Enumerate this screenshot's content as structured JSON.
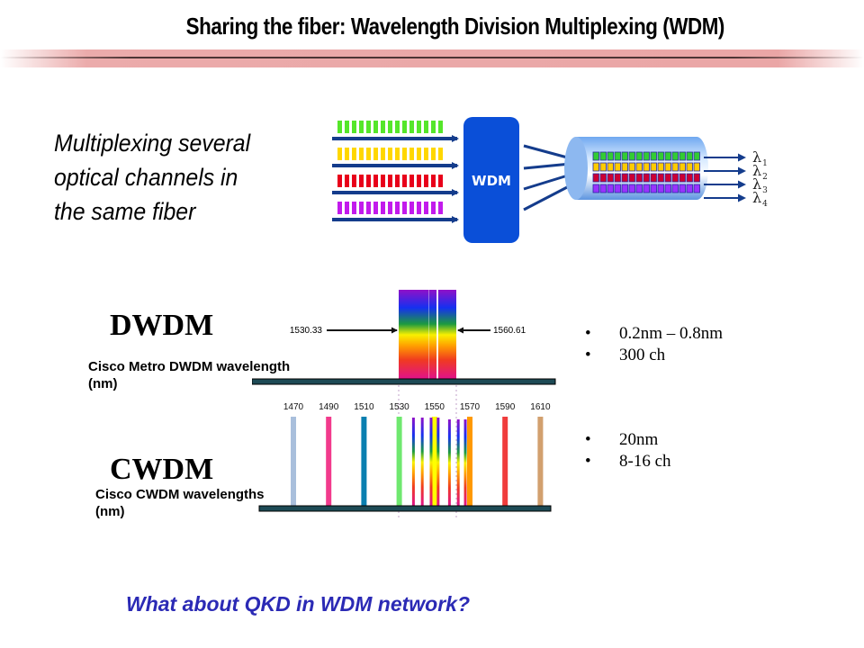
{
  "slide": {
    "title": "Sharing the fiber: Wavelength Division Multiplexing (WDM)",
    "intro_lines": [
      "Multiplexing several",
      "optical channels in",
      "the same fiber"
    ],
    "question": "What about QKD in WDM network?"
  },
  "wdm_diagram": {
    "mux_label": "WDM",
    "channel_colors": [
      "#55e62a",
      "#ffd700",
      "#e8001a",
      "#c21aec"
    ],
    "fiber_colors": [
      "#33cc33",
      "#ffcc00",
      "#cc0033",
      "#9933ff"
    ],
    "lambda_labels": [
      {
        "symbol": "λ",
        "sub": "1"
      },
      {
        "symbol": "λ",
        "sub": "2"
      },
      {
        "symbol": "λ",
        "sub": "3"
      },
      {
        "symbol": "λ",
        "sub": "4"
      }
    ],
    "arrow_color": "#143c8c",
    "mux_color": "#0a4fd8"
  },
  "dwdm": {
    "heading": "DWDM",
    "axis_label_lines": [
      "Cisco Metro DWDM wavelength",
      "(nm)"
    ],
    "left_marker": "1530.33",
    "right_marker": "1560.61",
    "bullets": [
      "0.2nm – 0.8nm",
      "300 ch"
    ]
  },
  "cwdm": {
    "heading": "CWDM",
    "axis_label_lines": [
      "Cisco CWDM wavelengths",
      "(nm)"
    ],
    "ticks": [
      "1470",
      "1490",
      "1510",
      "1530",
      "1550",
      "1570",
      "1590",
      "1610"
    ],
    "channels": [
      {
        "wavelength": 1470,
        "color": "#a9bfdc"
      },
      {
        "wavelength": 1490,
        "color": "#f23a8c"
      },
      {
        "wavelength": 1510,
        "color": "#0a7fb0"
      },
      {
        "wavelength": 1530,
        "color": "#6fe86f"
      },
      {
        "wavelength": 1550,
        "color": "#ffff00"
      },
      {
        "wavelength": 1570,
        "color": "#ff9900"
      },
      {
        "wavelength": 1590,
        "color": "#f03c3c"
      },
      {
        "wavelength": 1610,
        "color": "#d2a06e"
      }
    ],
    "bullets": [
      "20nm",
      "8-16 ch"
    ]
  }
}
